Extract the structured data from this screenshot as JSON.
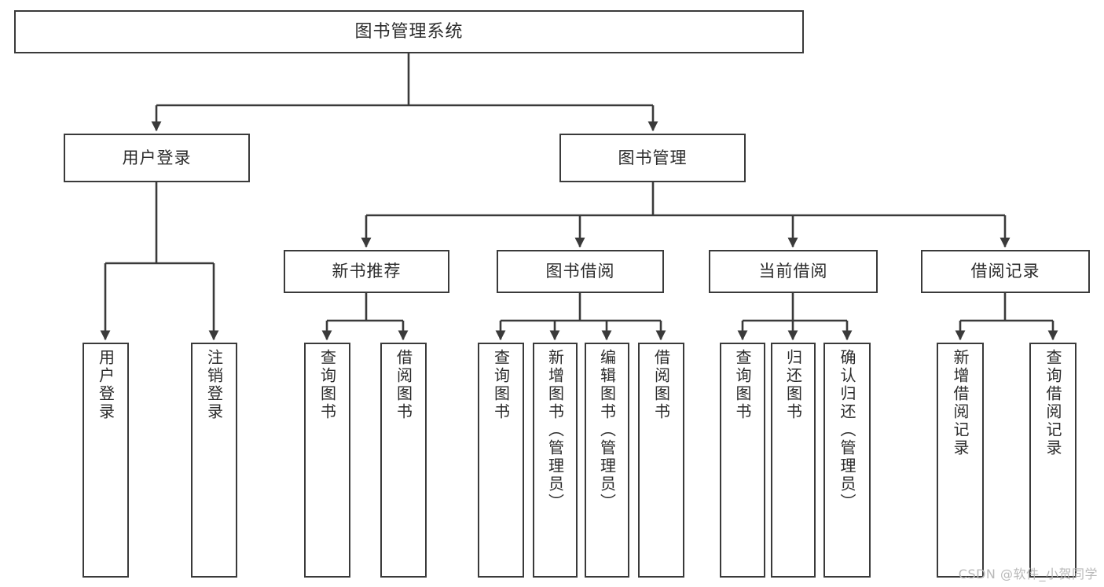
{
  "diagram": {
    "title": "图书管理系统",
    "type": "tree-hierarchy-diagram",
    "watermark": "CSDN @软件_小贺同学",
    "style": {
      "box_fill": "#ffffff",
      "box_border": "#3a3a3a",
      "connector": "#3a3a3a",
      "text": "#2b2b2b",
      "background": "#ffffff",
      "watermark_color": "#b9b9b9"
    },
    "nodes": {
      "root": {
        "label": "图书管理系统"
      },
      "level2": [
        {
          "label": "用户登录"
        },
        {
          "label": "图书管理"
        }
      ],
      "level3": [
        {
          "label": "新书推荐"
        },
        {
          "label": "图书借阅"
        },
        {
          "label": "当前借阅"
        },
        {
          "label": "借阅记录"
        }
      ],
      "leaves": {
        "user_login": [
          {
            "label": "用户登录"
          },
          {
            "label": "注销登录"
          }
        ],
        "new_book_recommend": [
          {
            "label": "查询图书"
          },
          {
            "label": "借阅图书"
          }
        ],
        "book_borrow": [
          {
            "label": "查询图书"
          },
          {
            "label": "新增图书（管理员）"
          },
          {
            "label": "编辑图书（管理员）"
          },
          {
            "label": "借阅图书"
          }
        ],
        "current_borrow": [
          {
            "label": "查询图书"
          },
          {
            "label": "归还图书"
          },
          {
            "label": "确认归还（管理员）"
          }
        ],
        "borrow_record": [
          {
            "label": "新增借阅记录"
          },
          {
            "label": "查询借阅记录"
          }
        ]
      }
    }
  }
}
